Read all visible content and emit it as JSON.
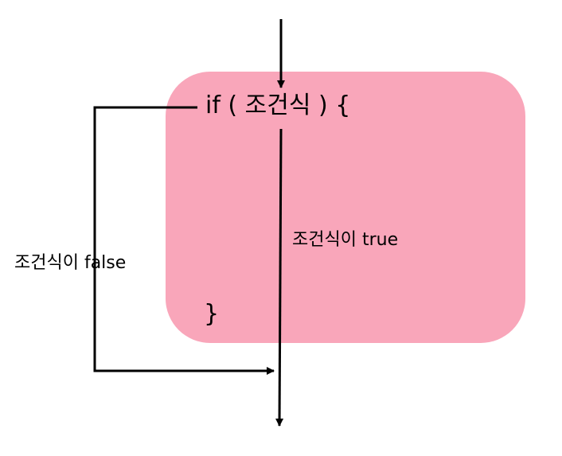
{
  "diagram": {
    "code_open": "if ( 조건식 ) {",
    "code_close": "}",
    "true_label": "조건식이 true",
    "false_label": "조건식이 false",
    "block_color": "#f9a6ba",
    "line_color": "#000000"
  }
}
